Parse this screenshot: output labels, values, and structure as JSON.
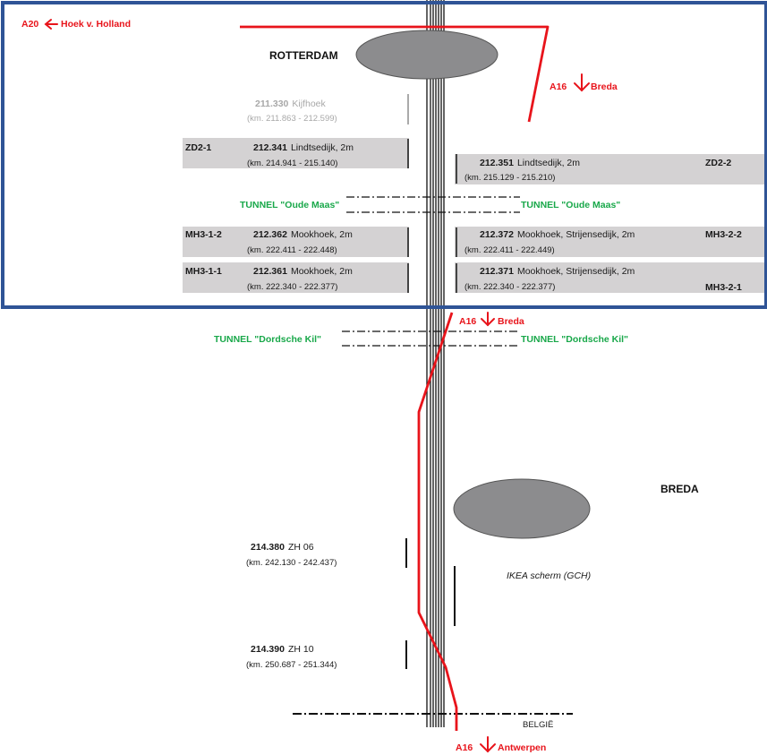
{
  "colors": {
    "frame": "#2f5496",
    "route": "#e8141b",
    "tunnel_text": "#19a84a",
    "section_bg": "#d4d2d3",
    "city_shape": "#8c8c8e",
    "rail": "#111111"
  },
  "routes": {
    "a20_label": "A20",
    "a20_dest": "Hoek v. Holland",
    "a16_label": "A16",
    "a16_breda_dest": "Breda",
    "a16_antwerpen_dest": "Antwerpen"
  },
  "cities": {
    "rotterdam": "ROTTERDAM",
    "breda": "BREDA"
  },
  "tunnels": {
    "oude_maas": "TUNNEL \"Oude Maas\"",
    "dordsche_kil": "TUNNEL \"Dordsche Kil\""
  },
  "border": "BELGIË",
  "sections": {
    "kijfhoek": {
      "num": "211.330",
      "name": "Kijfhoek",
      "km": "(km. 211.863 - 212.599)"
    },
    "zd2_1": {
      "code": "ZD2-1",
      "num": "212.341",
      "name": "Lindtsedijk, 2m",
      "km": "(km. 214.941 - 215.140)"
    },
    "zd2_2": {
      "code": "ZD2-2",
      "num": "212.351",
      "name": "Lindtsedijk, 2m",
      "km": "(km. 215.129 - 215.210)"
    },
    "mh3_1_2": {
      "code": "MH3-1-2",
      "num": "212.362",
      "name": "Mookhoek, 2m",
      "km": "(km. 222.411 - 222.448)"
    },
    "mh3_2_2": {
      "code": "MH3-2-2",
      "num": "212.372",
      "name": "Mookhoek, Strijensedijk, 2m",
      "km": "(km. 222.411 - 222.449)"
    },
    "mh3_1_1": {
      "code": "MH3-1-1",
      "num": "212.361",
      "name": "Mookhoek, 2m",
      "km": "(km. 222.340 - 222.377)"
    },
    "mh3_2_1": {
      "code": "MH3-2-1",
      "num": "212.371",
      "name": "Mookhoek, Strijensedijk, 2m",
      "km": "(km. 222.340 - 222.377)"
    },
    "zh06": {
      "num": "214.380",
      "name": "ZH 06",
      "km": "(km. 242.130 - 242.437)"
    },
    "zh10": {
      "num": "214.390",
      "name": "ZH 10",
      "km": "(km. 250.687 - 251.344)"
    }
  },
  "ikea": "IKEA scherm (GCH)"
}
